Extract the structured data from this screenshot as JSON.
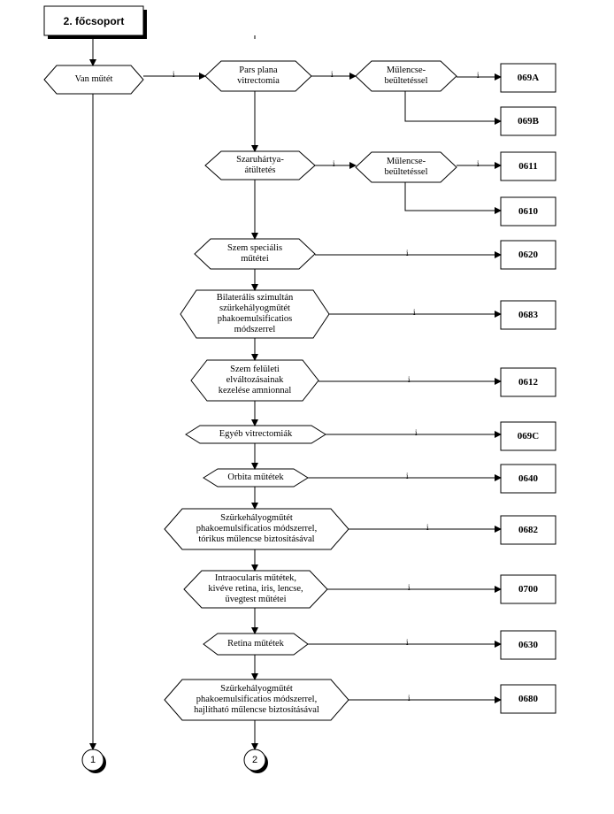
{
  "title": "2. főcsoport",
  "edge_label": "i",
  "nodes": {
    "n0": "Van műtét",
    "n1": [
      "Pars plana",
      "vitrectomia"
    ],
    "n2": [
      "Műlencse-",
      "beültetéssel"
    ],
    "n3": [
      "Szaruhártya-",
      "átültetés"
    ],
    "n4": [
      "Műlencse-",
      "beültetéssel"
    ],
    "n5": [
      "Szem speciális",
      "műtétei"
    ],
    "n6": [
      "Bilaterális szimultán",
      "szürkehályogműtét",
      "phakoemulsificatios",
      "módszerrel"
    ],
    "n7": [
      "Szem felületi",
      "elváltozásainak",
      "kezelése amnionnal"
    ],
    "n8": [
      "Egyéb vitrectomiák"
    ],
    "n9": [
      "Orbita műtétek"
    ],
    "n10": [
      "Szürkehályogműtét",
      "phakoemulsificatios módszerrel,",
      "tórikus műlencse biztosításával"
    ],
    "n11": [
      "Intraocularis műtétek,",
      "kivéve retina, iris, lencse,",
      "üvegtest műtétei"
    ],
    "n12": [
      "Retina műtétek"
    ],
    "n13": [
      "Szürkehályogműtét",
      "phakoemulsificatios módszerrel,",
      "hajlítható műlencse biztosításával"
    ]
  },
  "codes": [
    "069A",
    "069B",
    "0611",
    "0610",
    "0620",
    "0683",
    "0612",
    "069C",
    "0640",
    "0682",
    "0700",
    "0630",
    "0680"
  ],
  "connectors": [
    "1",
    "2"
  ]
}
